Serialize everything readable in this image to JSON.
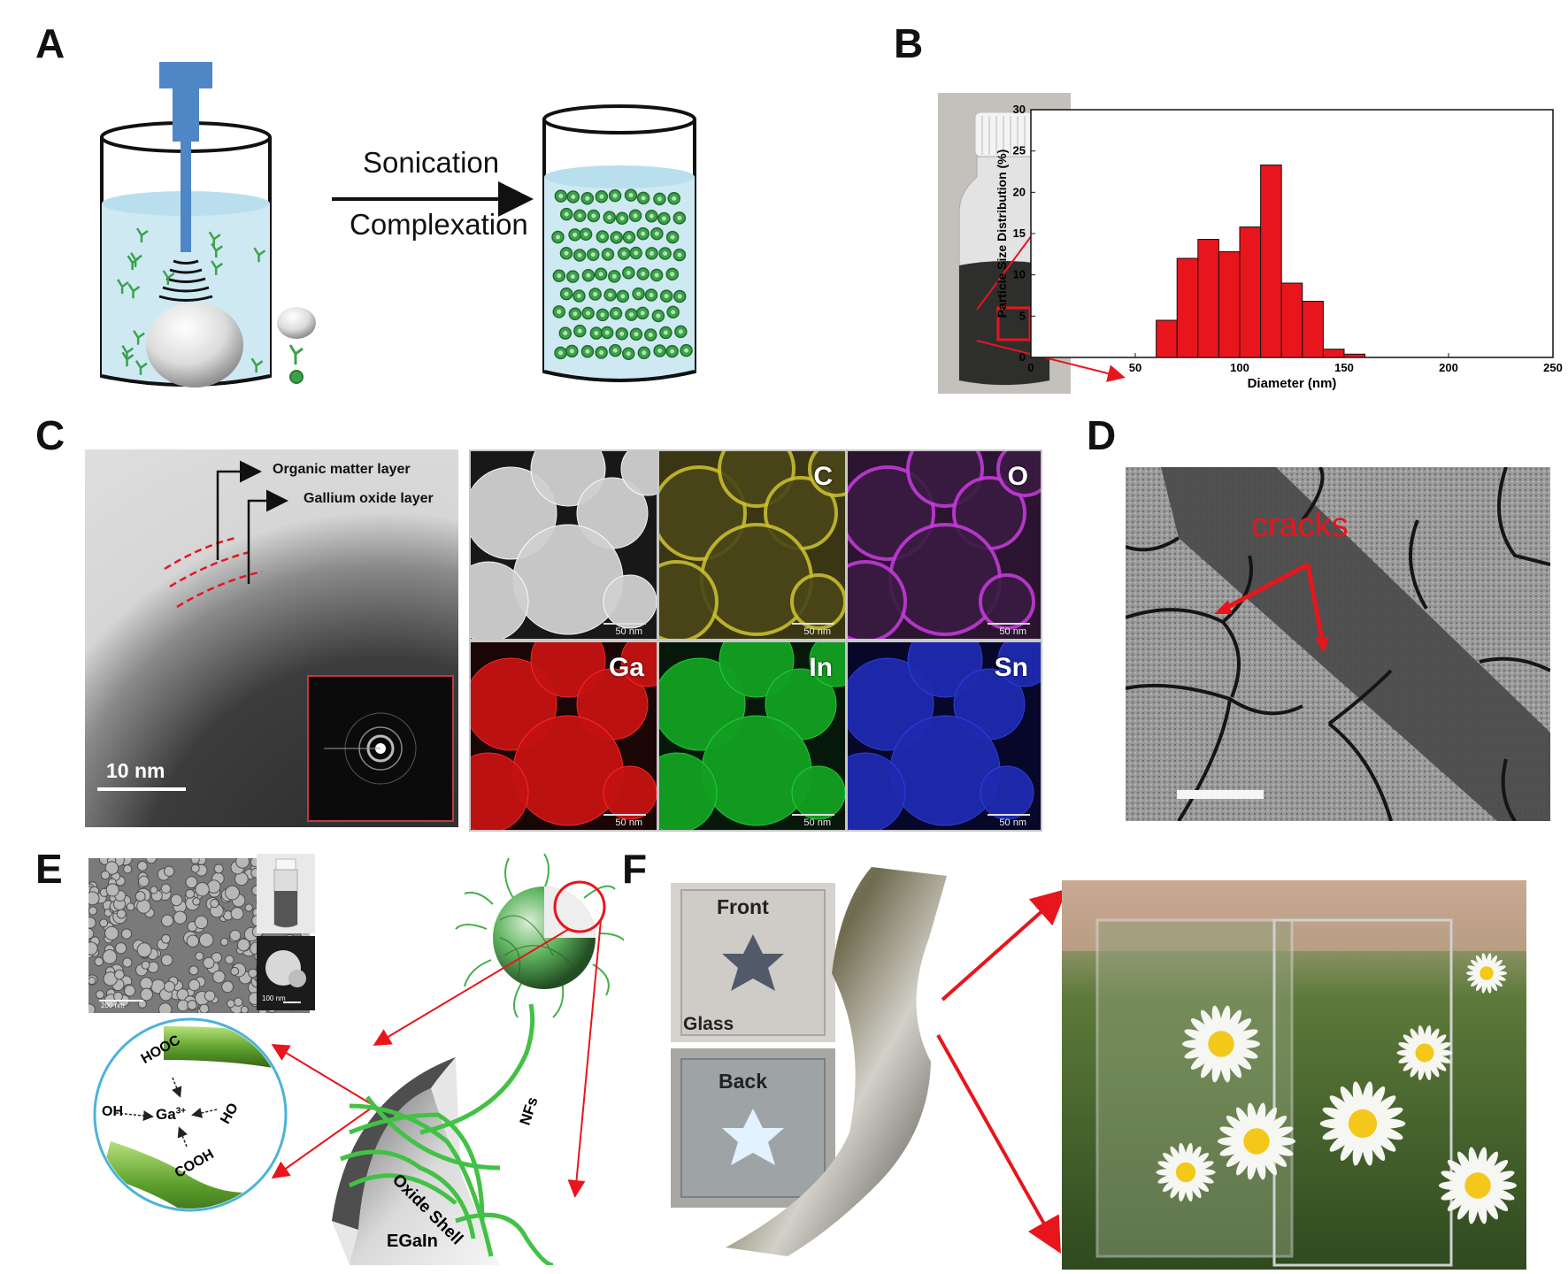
{
  "panels": {
    "a": "A",
    "b": "B",
    "c": "C",
    "d": "D",
    "e": "E",
    "f": "F"
  },
  "panel_a": {
    "step1": "Sonication",
    "step2": "Complexation"
  },
  "panel_b": {
    "chart_data": {
      "type": "bar",
      "xlabel": "Diameter (nm)",
      "ylabel": "Particle Size Distribution (%)",
      "xlim": [
        0,
        250
      ],
      "ylim": [
        0,
        30
      ],
      "xticks": [
        "0",
        "50",
        "100",
        "150",
        "200",
        "250"
      ],
      "yticks": [
        "0",
        "5",
        "10",
        "15",
        "20",
        "25",
        "30"
      ],
      "bar_width": 10,
      "x": [
        65,
        75,
        85,
        95,
        105,
        115,
        125,
        135,
        145,
        155,
        165,
        175
      ],
      "values": [
        4.5,
        12,
        14.3,
        12.8,
        15.8,
        23.3,
        9,
        6.8,
        1,
        0.4,
        0,
        0
      ],
      "bar_color": "#e8151c",
      "grid": false
    }
  },
  "panel_c": {
    "tem_label_1": "Organic matter layer",
    "tem_label_2": "Gallium oxide layer",
    "scale": "10 nm",
    "maps": [
      "",
      "C",
      "O",
      "Ga",
      "In",
      "Sn"
    ],
    "map_scale": "50 nm"
  },
  "panel_d": {
    "annotation": "cracks"
  },
  "panel_e": {
    "sem_scale_1": "200 nm",
    "sem_scale_2": "100 nm",
    "groups": [
      "HOOC",
      "OH",
      "Ga",
      "3+",
      "HO",
      "COOH"
    ],
    "shell_label": "Oxide Shell",
    "core_label": "EGaIn",
    "fiber_label": "NFs"
  },
  "panel_f": {
    "front_label": "Front",
    "glass_label": "Glass",
    "back_label": "Back"
  },
  "colors": {
    "arrow_red": "#e8151c",
    "droplet_green": "#3aa34a",
    "liquid": "#cfe9f3",
    "sonicator_blue": "#4f86c6"
  }
}
